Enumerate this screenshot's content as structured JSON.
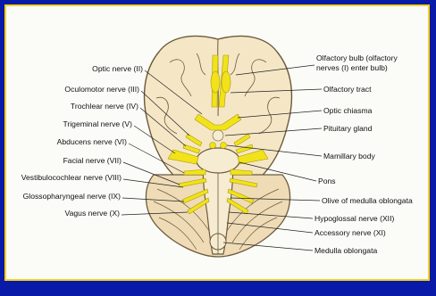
{
  "diagram": {
    "labels_left": {
      "optic_nerve": "Optic nerve (II)",
      "oculomotor_nerve": "Oculomotor nerve (III)",
      "trochlear_nerve": "Trochlear nerve (IV)",
      "trigeminal_nerve": "Trigeminal nerve (V)",
      "abducens_nerve": "Abducens nerve (VI)",
      "facial_nerve": "Facial nerve (VII)",
      "vestibulocochlear_nerve": "Vestibulocochlear nerve (VIII)",
      "glossopharyngeal_nerve": "Glossopharyngeal nerve (IX)",
      "vagus_nerve": "Vagus nerve (X)"
    },
    "labels_right": {
      "olfactory_bulb_line1": "Olfactory bulb (olfactory",
      "olfactory_bulb_line2": "nerves (I) enter bulb)",
      "olfactory_tract": "Olfactory tract",
      "optic_chiasma": "Optic chiasma",
      "pituitary_gland": "Pituitary gland",
      "mamillary_body": "Mamillary body",
      "pons": "Pons",
      "olive": "Olive of medulla oblongata",
      "hypoglossal_nerve": "Hypoglossal nerve (XII)",
      "accessory_nerve": "Accessory nerve (XI)",
      "medulla": "Medulla oblongata"
    },
    "colors": {
      "frame": "#0a1aa8",
      "border": "#f3d21c",
      "brain": "#f5e7c6",
      "brain_outline": "#6b5a3a",
      "nerve": "#f1e21a",
      "cerebellum": "#efdcb7"
    }
  }
}
